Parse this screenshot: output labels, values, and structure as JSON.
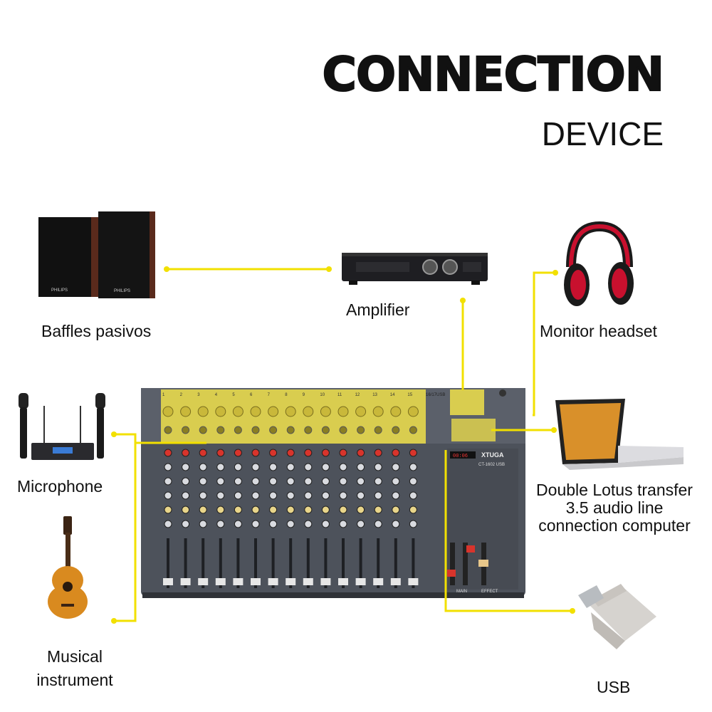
{
  "header": {
    "title": "CONNECTION",
    "subtitle": "DEVICE"
  },
  "devices": {
    "speakers": {
      "label": "Baffles pasivos",
      "brand": "PHILIPS"
    },
    "amplifier": {
      "label": "Amplifier"
    },
    "headset": {
      "label": "Monitor headset"
    },
    "microphone": {
      "label": "Microphone"
    },
    "guitar": {
      "label_line1": "Musical",
      "label_line2": "instrument"
    },
    "laptop": {
      "label_line1": "Double Lotus transfer",
      "label_line2": "3.5 audio line",
      "label_line3": "connection computer"
    },
    "usb": {
      "label": "USB"
    }
  },
  "mixer": {
    "model_top": "16/17USB",
    "brand": "XTUGA",
    "model_label": "CT-1602 USB",
    "display": "00:06",
    "channel_numbers": [
      "1",
      "2",
      "3",
      "4",
      "5",
      "6",
      "7",
      "8",
      "9",
      "10",
      "11",
      "12",
      "13",
      "14",
      "15"
    ],
    "main_label": "MAIN",
    "effect_label": "EFFECT"
  },
  "colors": {
    "connector": "#f2e000",
    "highlight": "#f0e04a",
    "mixer_body": "#4d525b"
  }
}
